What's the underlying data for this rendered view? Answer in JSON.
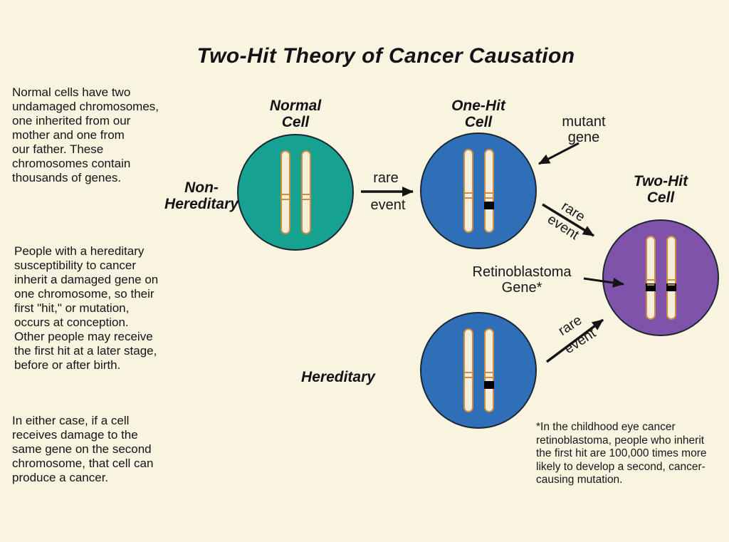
{
  "title": "Two-Hit Theory of Cancer Causation",
  "left_text": {
    "paragraph_1": "Normal cells have two\nundamaged chromosomes,\none inherited from our\nmother and one from\nour father.  These\nchromosomes contain\nthousands of genes.",
    "paragraph_2": "People with a hereditary\nsusceptibility to cancer\ninherit a damaged gene on\none chromosome, so their\nfirst \"hit,\" or mutation,\noccurs at conception.\nOther people may receive\nthe first hit at a later stage,\nbefore or after birth.",
    "paragraph_3": "In either case, if a cell\nreceives damage to the\nsame gene on the second\nchromosome, that cell can\nproduce a cancer."
  },
  "diagram": {
    "normal_cell_label": "Normal\nCell",
    "one_hit_cell_label": "One-Hit\nCell",
    "two_hit_cell_label": "Two-Hit\nCell",
    "non_hereditary_label": "Non-\nHereditary",
    "hereditary_label": "Hereditary",
    "mutant_gene_label": "mutant\ngene",
    "retinoblastoma_label": "Retinoblastoma\nGene*",
    "rare_event_horizontal": {
      "line1": "rare",
      "line2": "event"
    },
    "rare_event_upper": "rare\nevent",
    "rare_event_lower": "rare\nevent"
  },
  "footnote": "*In the childhood eye cancer\nretinoblastoma, people who inherit\nthe first hit are 100,000 times more\nlikely to develop a second, cancer-\ncausing mutation.",
  "colors": {
    "background": "#f8f4df",
    "normal_cell": "#17a191",
    "one_hit_cell": "#2f6fb7",
    "hereditary_cell": "#2f6fb7",
    "two_hit_cell": "#8053ab",
    "chromosome_fill": "#f4eedb",
    "chromosome_outline": "#d08c3e",
    "mutation_band": "#000000",
    "arrow": "#141414"
  }
}
